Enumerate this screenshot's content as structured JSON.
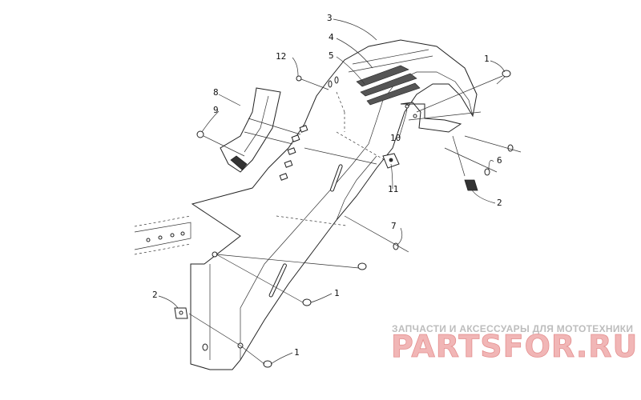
{
  "callouts": {
    "c1a": "1",
    "c1b": "1",
    "c1c": "1",
    "c2a": "2",
    "c2b": "2",
    "c3": "3",
    "c4": "4",
    "c5": "5",
    "c6": "6",
    "c7": "7",
    "c8": "8",
    "c9": "9",
    "c10": "10",
    "c11": "11",
    "c12": "12"
  },
  "watermark": {
    "tagline": "ЗАПЧАСТИ И АКСЕССУАРЫ ДЛЯ МОТОТЕХНИКИ",
    "logo": "PARTSFOR.RU"
  }
}
